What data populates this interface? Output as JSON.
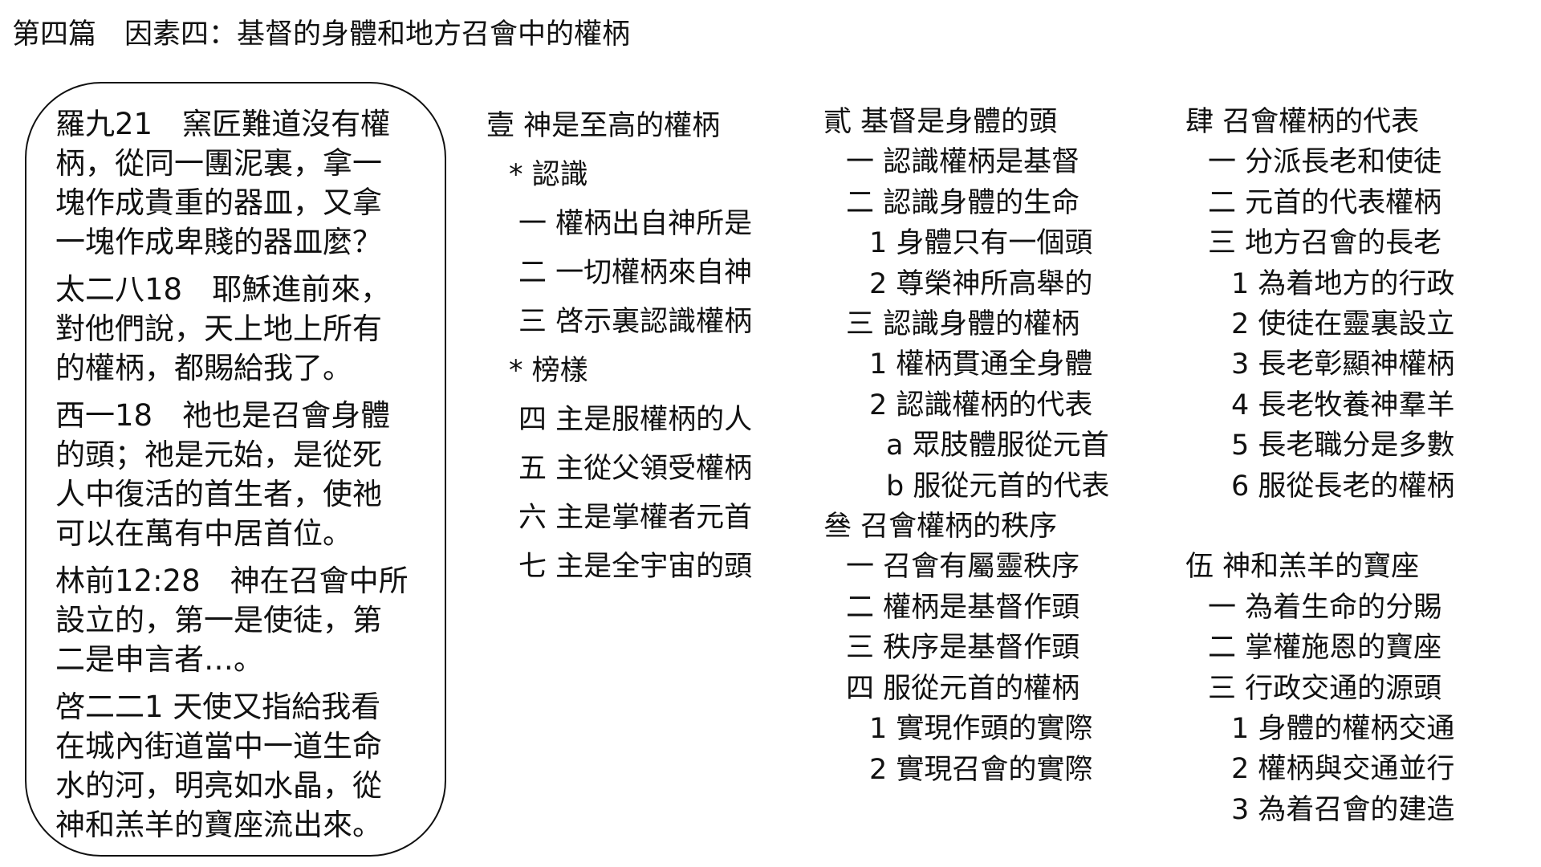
{
  "title": "第四篇　因素四：基督的身體和地方召會中的權柄",
  "verses": [
    [
      "羅九21　窯匠難道沒有權",
      "柄，從同一團泥裏，拿一",
      "塊作成貴重的器皿，又拿",
      "一塊作成卑賤的器皿麼？"
    ],
    [
      "太二八18　耶穌進前來，",
      "對他們說，天上地上所有",
      "的權柄，都賜給我了。"
    ],
    [
      "西一18　祂也是召會身體",
      "的頭；祂是元始，是從死",
      "人中復活的首生者，使祂",
      "可以在萬有中居首位。"
    ],
    [
      "林前12:28　神在召會中所",
      "設立的，第一是使徒，第",
      "二是申言者…。"
    ],
    [
      "啓二二1 天使又指給我看",
      "在城內街道當中一道生命",
      "水的河，明亮如水晶，從",
      "神和羔羊的寶座流出來。"
    ]
  ],
  "columns": [
    [
      {
        "level": 0,
        "text": "壹 神是至高的權柄"
      },
      {
        "level": 1,
        "text": "* 認識"
      },
      {
        "level": 2,
        "text": "一 權柄出自神所是"
      },
      {
        "level": 2,
        "text": "二 一切權柄來自神"
      },
      {
        "level": 2,
        "text": "三 啓示裏認識權柄"
      },
      {
        "level": 1,
        "text": "* 榜樣"
      },
      {
        "level": 2,
        "text": "四 主是服權柄的人"
      },
      {
        "level": 2,
        "text": "五 主從父領受權柄"
      },
      {
        "level": 2,
        "text": "六 主是掌權者元首"
      },
      {
        "level": 2,
        "text": "七 主是全宇宙的頭"
      }
    ],
    [
      {
        "level": 0,
        "text": "貳 基督是身體的頭"
      },
      {
        "level": 1,
        "text": "一 認識權柄是基督"
      },
      {
        "level": 1,
        "text": "二 認識身體的生命"
      },
      {
        "level": 2,
        "text": "1 身體只有一個頭"
      },
      {
        "level": 2,
        "text": "2 尊榮神所高舉的"
      },
      {
        "level": 1,
        "text": "三 認識身體的權柄"
      },
      {
        "level": 2,
        "text": "1 權柄貫通全身體"
      },
      {
        "level": 2,
        "text": "2 認識權柄的代表"
      },
      {
        "level": 3,
        "text": "a 眾肢體服從元首"
      },
      {
        "level": 3,
        "text": "b 服從元首的代表"
      },
      {
        "level": 0,
        "text": "叄 召會權柄的秩序"
      },
      {
        "level": 1,
        "text": "一 召會有屬靈秩序"
      },
      {
        "level": 1,
        "text": "二 權柄是基督作頭"
      },
      {
        "level": 1,
        "text": "三 秩序是基督作頭"
      },
      {
        "level": 1,
        "text": "四 服從元首的權柄"
      },
      {
        "level": 2,
        "text": "1 實現作頭的實際"
      },
      {
        "level": 2,
        "text": "2 實現召會的實際"
      }
    ],
    [
      {
        "level": 0,
        "text": "肆 召會權柄的代表"
      },
      {
        "level": 1,
        "text": "一 分派長老和使徒"
      },
      {
        "level": 1,
        "text": "二 元首的代表權柄"
      },
      {
        "level": 1,
        "text": "三 地方召會的長老"
      },
      {
        "level": 2,
        "text": "1 為着地方的行政"
      },
      {
        "level": 2,
        "text": "2 使徒在靈裏設立"
      },
      {
        "level": 2,
        "text": "3 長老彰顯神權柄"
      },
      {
        "level": 2,
        "text": "4 長老牧養神羣羊"
      },
      {
        "level": 2,
        "text": "5 長老職分是多數"
      },
      {
        "level": 2,
        "text": "6 服從長老的權柄"
      },
      {
        "level": -1,
        "text": ""
      },
      {
        "level": 0,
        "text": "伍 神和羔羊的寶座"
      },
      {
        "level": 1,
        "text": "一 為着生命的分賜"
      },
      {
        "level": 1,
        "text": "二 掌權施恩的寶座"
      },
      {
        "level": 1,
        "text": "三 行政交通的源頭"
      },
      {
        "level": 2,
        "text": "1 身體的權柄交通"
      },
      {
        "level": 2,
        "text": "2 權柄與交通並行"
      },
      {
        "level": 2,
        "text": "3 為着召會的建造"
      }
    ]
  ]
}
